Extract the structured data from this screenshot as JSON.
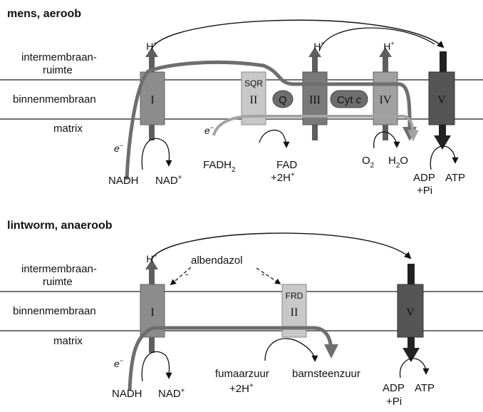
{
  "top": {
    "title": "mens, aeroob",
    "regions": {
      "intermembrane_1": "intermembraan-",
      "intermembrane_2": "ruimte",
      "inner_membrane": "binnenmembraan",
      "matrix": "matrix"
    },
    "complexes": {
      "c1": "I",
      "c2_tag": "SQR",
      "c2": "II",
      "q": "Q",
      "c3": "III",
      "cytc_prefix": "Cyt ",
      "cytc_italic": "c",
      "c4": "IV",
      "c5": "V"
    },
    "protons": {
      "h": "H",
      "plus": "+"
    },
    "electron": {
      "e": "e",
      "minus": "−"
    },
    "substrates": {
      "nadh": "NADH",
      "nad": "NAD",
      "nad_sup": "+",
      "fadh": "FADH",
      "fadh_sub": "2",
      "fad": "FAD",
      "fad_h": "+2H",
      "fad_sup": "+",
      "o": "O",
      "o_sub": "2",
      "h2o_h": "H",
      "h2o_sub": "2",
      "h2o_o": "O",
      "adp": "ADP",
      "pi": "+Pi",
      "atp": "ATP"
    }
  },
  "bottom": {
    "title": "lintworm, anaeroob",
    "regions": {
      "intermembrane_1": "intermembraan-",
      "intermembrane_2": "ruimte",
      "inner_membrane": "binnenmembraan",
      "matrix": "matrix"
    },
    "inhibitor": "albendazol",
    "inhibit_sign": "-",
    "complexes": {
      "c1": "I",
      "c2_tag": "FRD",
      "c2": "II",
      "c5": "V"
    },
    "protons": {
      "h": "H",
      "plus": "+"
    },
    "electron": {
      "e": "e",
      "minus": "−"
    },
    "substrates": {
      "fumarate": "fumaarzuur",
      "fumarate_h": "+2H",
      "fumarate_sup": "+",
      "succinate": "barnsteenzuur",
      "nadh": "NADH",
      "nad": "NAD",
      "nad_sup": "+",
      "adp": "ADP",
      "pi": "+Pi",
      "atp": "ATP"
    }
  },
  "colors": {
    "complex_dark": "#5e5e5e",
    "complex_mid": "#8c8c8c",
    "complex_light": "#c8c8c8",
    "electron_path": "#6e6e6e",
    "electron_path_light": "#a3a3a3",
    "membrane_line": "#444444"
  }
}
